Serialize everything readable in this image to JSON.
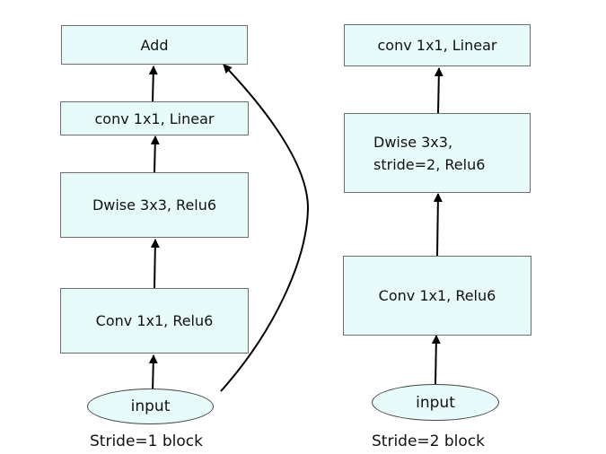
{
  "left_block": {
    "nodes": {
      "add": "Add",
      "conv_linear": "conv 1x1, Linear",
      "dwise": "Dwise 3x3, Relu6",
      "conv_relu": "Conv 1x1, Relu6",
      "input": "input"
    },
    "caption": "Stride=1 block"
  },
  "right_block": {
    "nodes": {
      "conv_linear": "conv 1x1, Linear",
      "dwise": "Dwise 3x3,\nstride=2, Relu6",
      "conv_relu": "Conv 1x1, Relu6",
      "input": "input"
    },
    "caption": "Stride=2 block"
  },
  "colors": {
    "box_fill": "#e8fbfb",
    "box_border": "#6e6e6e",
    "arrow": "#000000"
  }
}
